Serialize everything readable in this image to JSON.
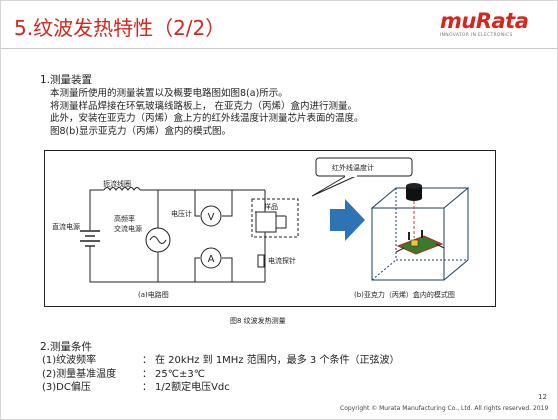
{
  "header": {
    "title": "5.纹波发热特性（2/2）",
    "logo_text": "muRata",
    "logo_tagline": "INNOVATOR IN ELECTRONICS"
  },
  "section1": {
    "heading": "1.测量装置",
    "lines": [
      "本测量所使用的测量装置以及概要电路图如图8(a)所示。",
      "将测量样品焊接在环氧玻璃线路板上，  在亚克力（丙烯）盒内进行测量。",
      "此外，安装在亚克力（丙烯）盒上方的红外线温度计测量芯片表面的温度。",
      "图8(b)显示亚克力（丙烯）盒内的模式图。"
    ]
  },
  "figure": {
    "labels": {
      "choke": "扼流线圈",
      "dc_source": "直流电源",
      "hf_source_line1": "高频率",
      "hf_source_line2": "交流电源",
      "voltmeter": "电压计",
      "voltmeter_symbol": "V",
      "ammeter_symbol": "A",
      "current_probe": "电流探针",
      "sample": "样品",
      "ir_thermometer": "红外线温度计"
    },
    "sub_a": "(a)电路图",
    "sub_b": "(b)亚克力（丙烯）盒内的模式图",
    "caption": "图8    纹波发热测量"
  },
  "section2": {
    "heading": "2.测量条件",
    "rows": [
      {
        "label": "(1)纹波频率",
        "sep": "：",
        "value": "在 20kHz 到 1MHz 范围内，最多 3 个条件（正弦波）"
      },
      {
        "label": "(2)测量基准温度",
        "sep": "：",
        "value": "25℃±3℃"
      },
      {
        "label": "(3)DC偏压",
        "sep": "：",
        "value": "1/2额定电压Vdc"
      }
    ]
  },
  "footer": {
    "page_number": "12",
    "copyright": "Copyright © Murata Manufacturing Co., Ltd. All rights reserved. 2019"
  },
  "colors": {
    "accent": "#d6261d",
    "arrow_blue": "#2e74b5"
  }
}
